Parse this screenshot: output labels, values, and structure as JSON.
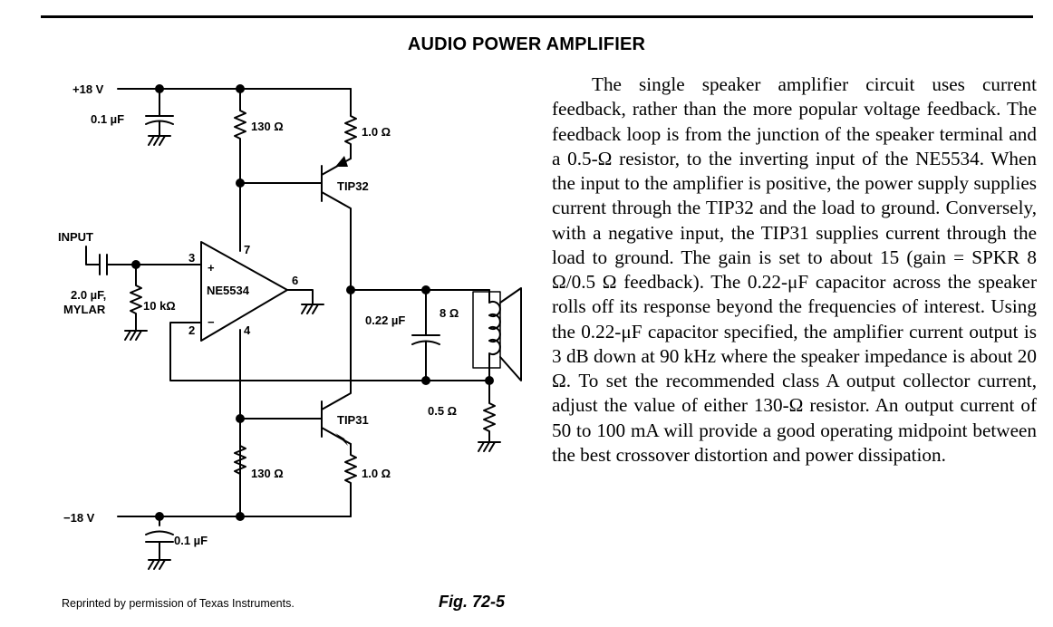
{
  "page": {
    "title": "AUDIO POWER AMPLIFIER",
    "body": "The single speaker amplifier circuit uses cur­rent feedback, rather than the more popular voltage feedback. The feedback loop is from the junction of the speaker terminal and a 0.5-Ω resistor, to the inverting input of the NE5534. When the input to the amplifier is positive, the power supply supplies current through the TIP32 and the load to ground. Conversely, with a negative input, the TIP31 sup­plies current through the load to ground. The gain is set to about 15 (gain = SPKR 8 Ω/0.5 Ω feed­back). The 0.22-μF capacitor across the speaker rolls off its response beyond the frequencies of interest. Using the 0.22-μF capacitor specified, the amplifier current output is 3 dB down at 90 kHz where the speaker impedance is about 20 Ω. To set the recommended class A output collector current, adjust the value of either 130-Ω resistor. An output current of 50 to 100 mA will provide a good operat­ing midpoint between the best crossover distortion and power dissipation.",
    "credit": "Reprinted by permission of Texas Instruments.",
    "figure_label": "Fig. 72-5"
  },
  "schematic": {
    "supply_pos": "+18 V",
    "supply_neg": "−18 V",
    "cap_top": "0.1 µF",
    "cap_bottom": "0.1 µF",
    "r_bias_top": "130 Ω",
    "r_bias_bottom": "130 Ω",
    "r_emit_top": "1.0 Ω",
    "r_emit_bottom": "1.0 Ω",
    "q_top": "TIP32",
    "q_bottom": "TIP31",
    "input": "INPUT",
    "cap_in_1": "2.0 µF,",
    "cap_in_2": "MYLAR",
    "r_in": "10 kΩ",
    "opamp": "NE5534",
    "pin3": "3",
    "pin2": "2",
    "pin7": "7",
    "pin4": "4",
    "pin6": "6",
    "plus": "+",
    "minus": "−",
    "cap_out": "0.22 µF",
    "speaker": "8 Ω",
    "r_fb": "0.5 Ω"
  }
}
